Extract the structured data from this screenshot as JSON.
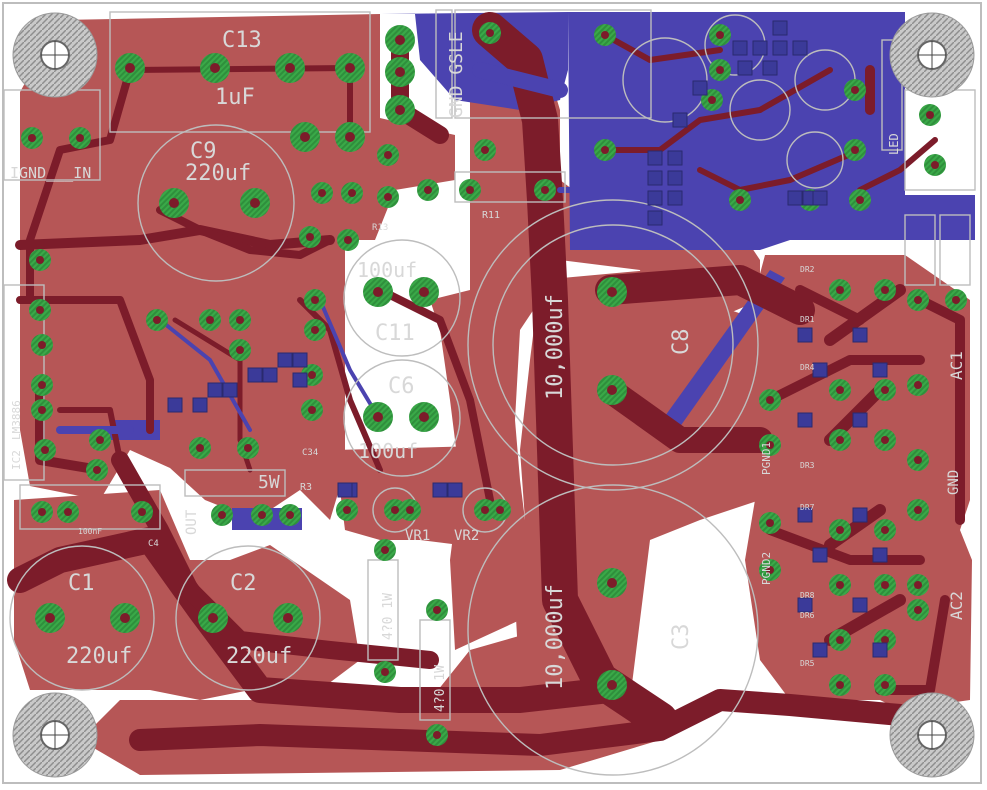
{
  "colors": {
    "background": "#ffffff",
    "bottom_copper": "#7c1c2a",
    "top_copper": "#b65656",
    "top_layer_blue": "#4b43b0",
    "pad": "#2b8a36",
    "drill": "#46b34f",
    "silkscreen": "#c8c8c8"
  },
  "labels": {
    "c13": "C13",
    "c13_value": "1uF",
    "c9": "C9",
    "c9_value": "220uf",
    "c11": "C11",
    "c11_value": "100uf",
    "c6": "C6",
    "c6_value": "100uf",
    "c8": "C8",
    "c8_value": "10,000uf",
    "c3": "C3",
    "c3_value": "10,000uf",
    "c1": "C1",
    "c1_value": "220uf",
    "c2": "C2",
    "c2_value": "220uf",
    "c4": "C4",
    "c4_value": "100nF",
    "c34": "C34",
    "r11": "R11",
    "r13": "R13",
    "r3": "R3",
    "r3_value": "5W",
    "r5_value": "4?0 1W",
    "r4_value": "4?0 1W",
    "vr1": "VR1",
    "vr2": "VR2",
    "in_label": "IGND___IN",
    "out_label": "OUT",
    "gnd_gsle": "GND GSLE",
    "pgnd1": "PGND1",
    "pgnd2": "PGND2",
    "gnd_right": "GND",
    "ac1": "AC1",
    "ac2": "AC2",
    "led": "LED",
    "chip_left": "LM3886",
    "ic_label": "IC2",
    "dr1": "DR1",
    "dr2": "DR2",
    "dr3": "DR3",
    "dr4": "DR4",
    "dr5": "DR5",
    "dr6": "DR6",
    "dr7": "DR7",
    "dr8": "DR8"
  }
}
